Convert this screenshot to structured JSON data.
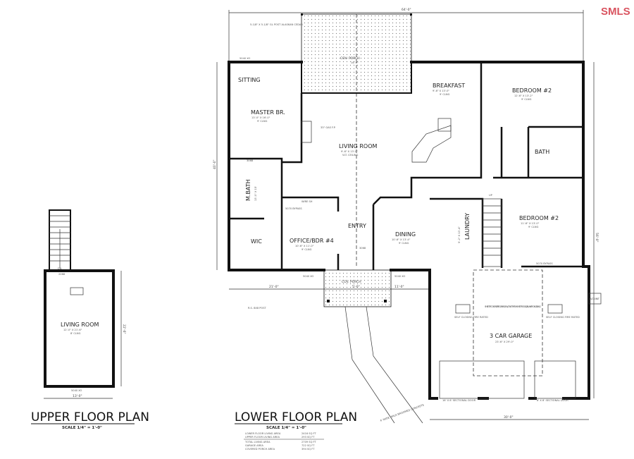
{
  "logo": "SMLS",
  "colors": {
    "logo": "#d9535f",
    "walls": "#111111",
    "background": "#ffffff"
  },
  "upper_plan": {
    "title": "UPPER FLOOR PLAN",
    "scale": "SCALE 1/4\" = 1'-0\"",
    "room": {
      "name": "LIVING ROOM",
      "size": "12'-0\" X 21'-6\"",
      "ceiling": "8' CLNG"
    },
    "dn": "DN",
    "door": "2068",
    "window": "5040 XO",
    "width_dim": "13'-0\"",
    "depth_dim": "22'-6\""
  },
  "lower_plan": {
    "title": "LOWER FLOOR PLAN",
    "scale": "SCALE 1/4\" = 1'-0\"",
    "areas": [
      {
        "label": "LOWER FLOOR LIVING AREA",
        "value": "2416 SQ FT"
      },
      {
        "label": "UPPER FLOOR LIVING AREA",
        "value": "293 SQ FT"
      },
      {
        "label": "TOTAL LIVING AREA",
        "value": "2709 SQ FT"
      },
      {
        "label": "GARAGE AREA",
        "value": "722 SQ FT"
      },
      {
        "label": "COVERED PORCH AREA",
        "value": "394 SQ FT"
      }
    ],
    "dims": {
      "top": "64'-0\"",
      "left": "40'-0\"",
      "right": "56'-0\"",
      "front_left": "21'-0\"",
      "front_porch": "5'-0\"",
      "front_right": "11'-0\"",
      "garage_width": "30'-0\""
    },
    "rooms": {
      "sitting": "SITTING",
      "master": {
        "name": "MASTER BR.",
        "size": "13'-0\" X 16'-0\"",
        "ceiling": "9' CLNG"
      },
      "mbath": {
        "name": "M.BATH",
        "size": "13'-0\" X 15'"
      },
      "wic": "WIC",
      "living": {
        "name": "LIVING ROOM",
        "size": "9'-6\" X 13'-0\"",
        "ceiling": "VLT. CEILING"
      },
      "breakfast": {
        "name": "BREAKFAST",
        "size": "9'-6\" X 13'-0\"",
        "ceiling": "9' CLNG"
      },
      "bedroom_upper": {
        "name": "BEDROOM #2",
        "size": "12'-6\" X 13'-2\"",
        "ceiling": "9' CLNG"
      },
      "bath": "BATH",
      "bedroom_lower": {
        "name": "BEDROOM #2",
        "size": "11'-6\" X 13'-0\"",
        "ceiling": "9' CLNG"
      },
      "office": {
        "name": "OFFICE/BDR #4",
        "size": "10'-6\" X 11'-0\"",
        "ceiling": "9' CLNG"
      },
      "entry": "ENTRY",
      "dining": {
        "name": "DINING",
        "size": "10'-6\" X 13'-4\"",
        "ceiling": "9' CLNG"
      },
      "laundry": {
        "name": "LAUNDRY",
        "size": "9'-2\" X 13'-4\""
      },
      "garage": {
        "name": "3 CAR GARAGE",
        "size": "23'-6\" X 29'-0\""
      },
      "porch_back": {
        "name": "COV. PORCH",
        "size": "14'-6\""
      },
      "porch_front": {
        "name": "COV. PORCH",
        "size": "5'-0\""
      }
    },
    "notes": {
      "post_top": "5-1/8\" X 5-1/8\" GL POST ALASKAN CEDAR",
      "fireplace": "33\" GAS F.P.",
      "post_front": "R.S. 8X8 POST",
      "garage_note": "SHEETROCK ENTIRE GARAGE W/ ONE TYPE X SHEETROCK, 5/8 LAYER ON CEILING",
      "attic_left": "SELF CLOSING FIRE RATED",
      "attic_right": "SELF CLOSING FIRE RATED",
      "door_left": "16' X 8' SECTIONAL DOOR",
      "door_right": "8' X 8' SECTIONAL DOOR",
      "walk": "4' WIDE WALK BROOMED CONCRETE",
      "ac": "A/C UNIT",
      "up": "UP",
      "bypass": "5070 BYPASS",
      "window": "5040 XO",
      "door": "3068",
      "wire_shelf": "WIRE SH"
    }
  }
}
